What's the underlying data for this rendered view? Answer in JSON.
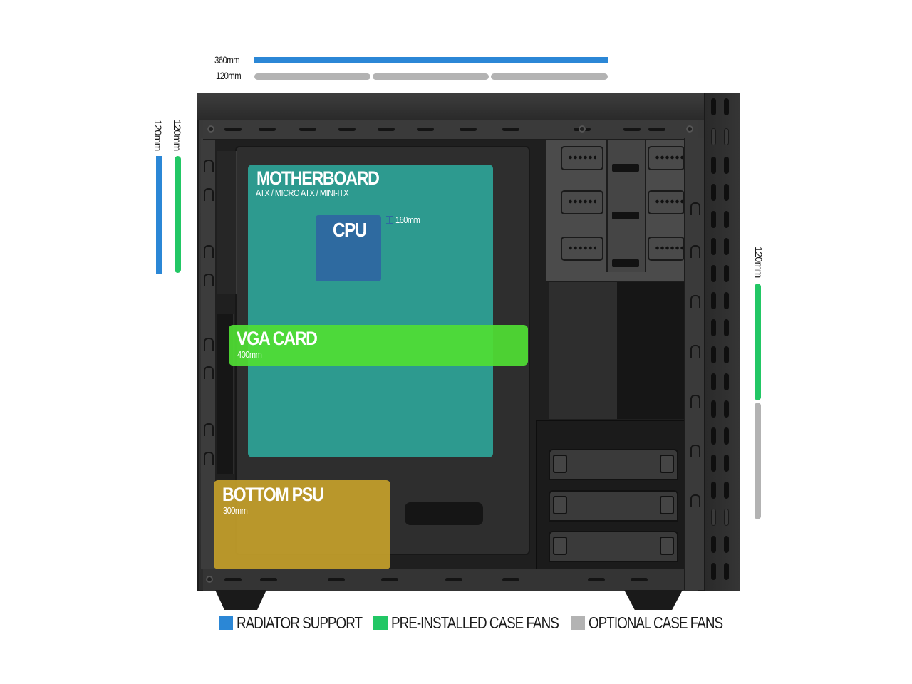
{
  "colors": {
    "radiator": "#2b87d6",
    "preinstalled": "#22c765",
    "optional": "#b3b3b3",
    "motherboard_overlay": "#2dac a0",
    "cpu": "#2e6aa0",
    "vga_overlay": "#50de34",
    "psu_overlay": "#c9a32b"
  },
  "top_dimensions": {
    "radiator_label": "360mm",
    "fan_label": "120mm",
    "fan_segments": 3
  },
  "left_dimensions": {
    "radiator_label": "120mm",
    "fan_label": "120mm"
  },
  "right_dimensions": {
    "fan_label": "120mm",
    "segments": [
      "preinstalled",
      "optional"
    ]
  },
  "components": {
    "motherboard": {
      "title": "MOTHERBOARD",
      "subtitle": "ATX / MICRO ATX / MINI-ITX"
    },
    "cpu": {
      "title": "CPU",
      "clearance": "160mm"
    },
    "vga": {
      "title": "VGA CARD",
      "length": "400mm"
    },
    "psu": {
      "title": "BOTTOM PSU",
      "length": "300mm"
    }
  },
  "legend": [
    {
      "label": "RADIATOR SUPPORT",
      "color": "#2b87d6"
    },
    {
      "label": "PRE-INSTALLED CASE FANS",
      "color": "#22c765"
    },
    {
      "label": "OPTIONAL CASE FANS",
      "color": "#b3b3b3"
    }
  ]
}
